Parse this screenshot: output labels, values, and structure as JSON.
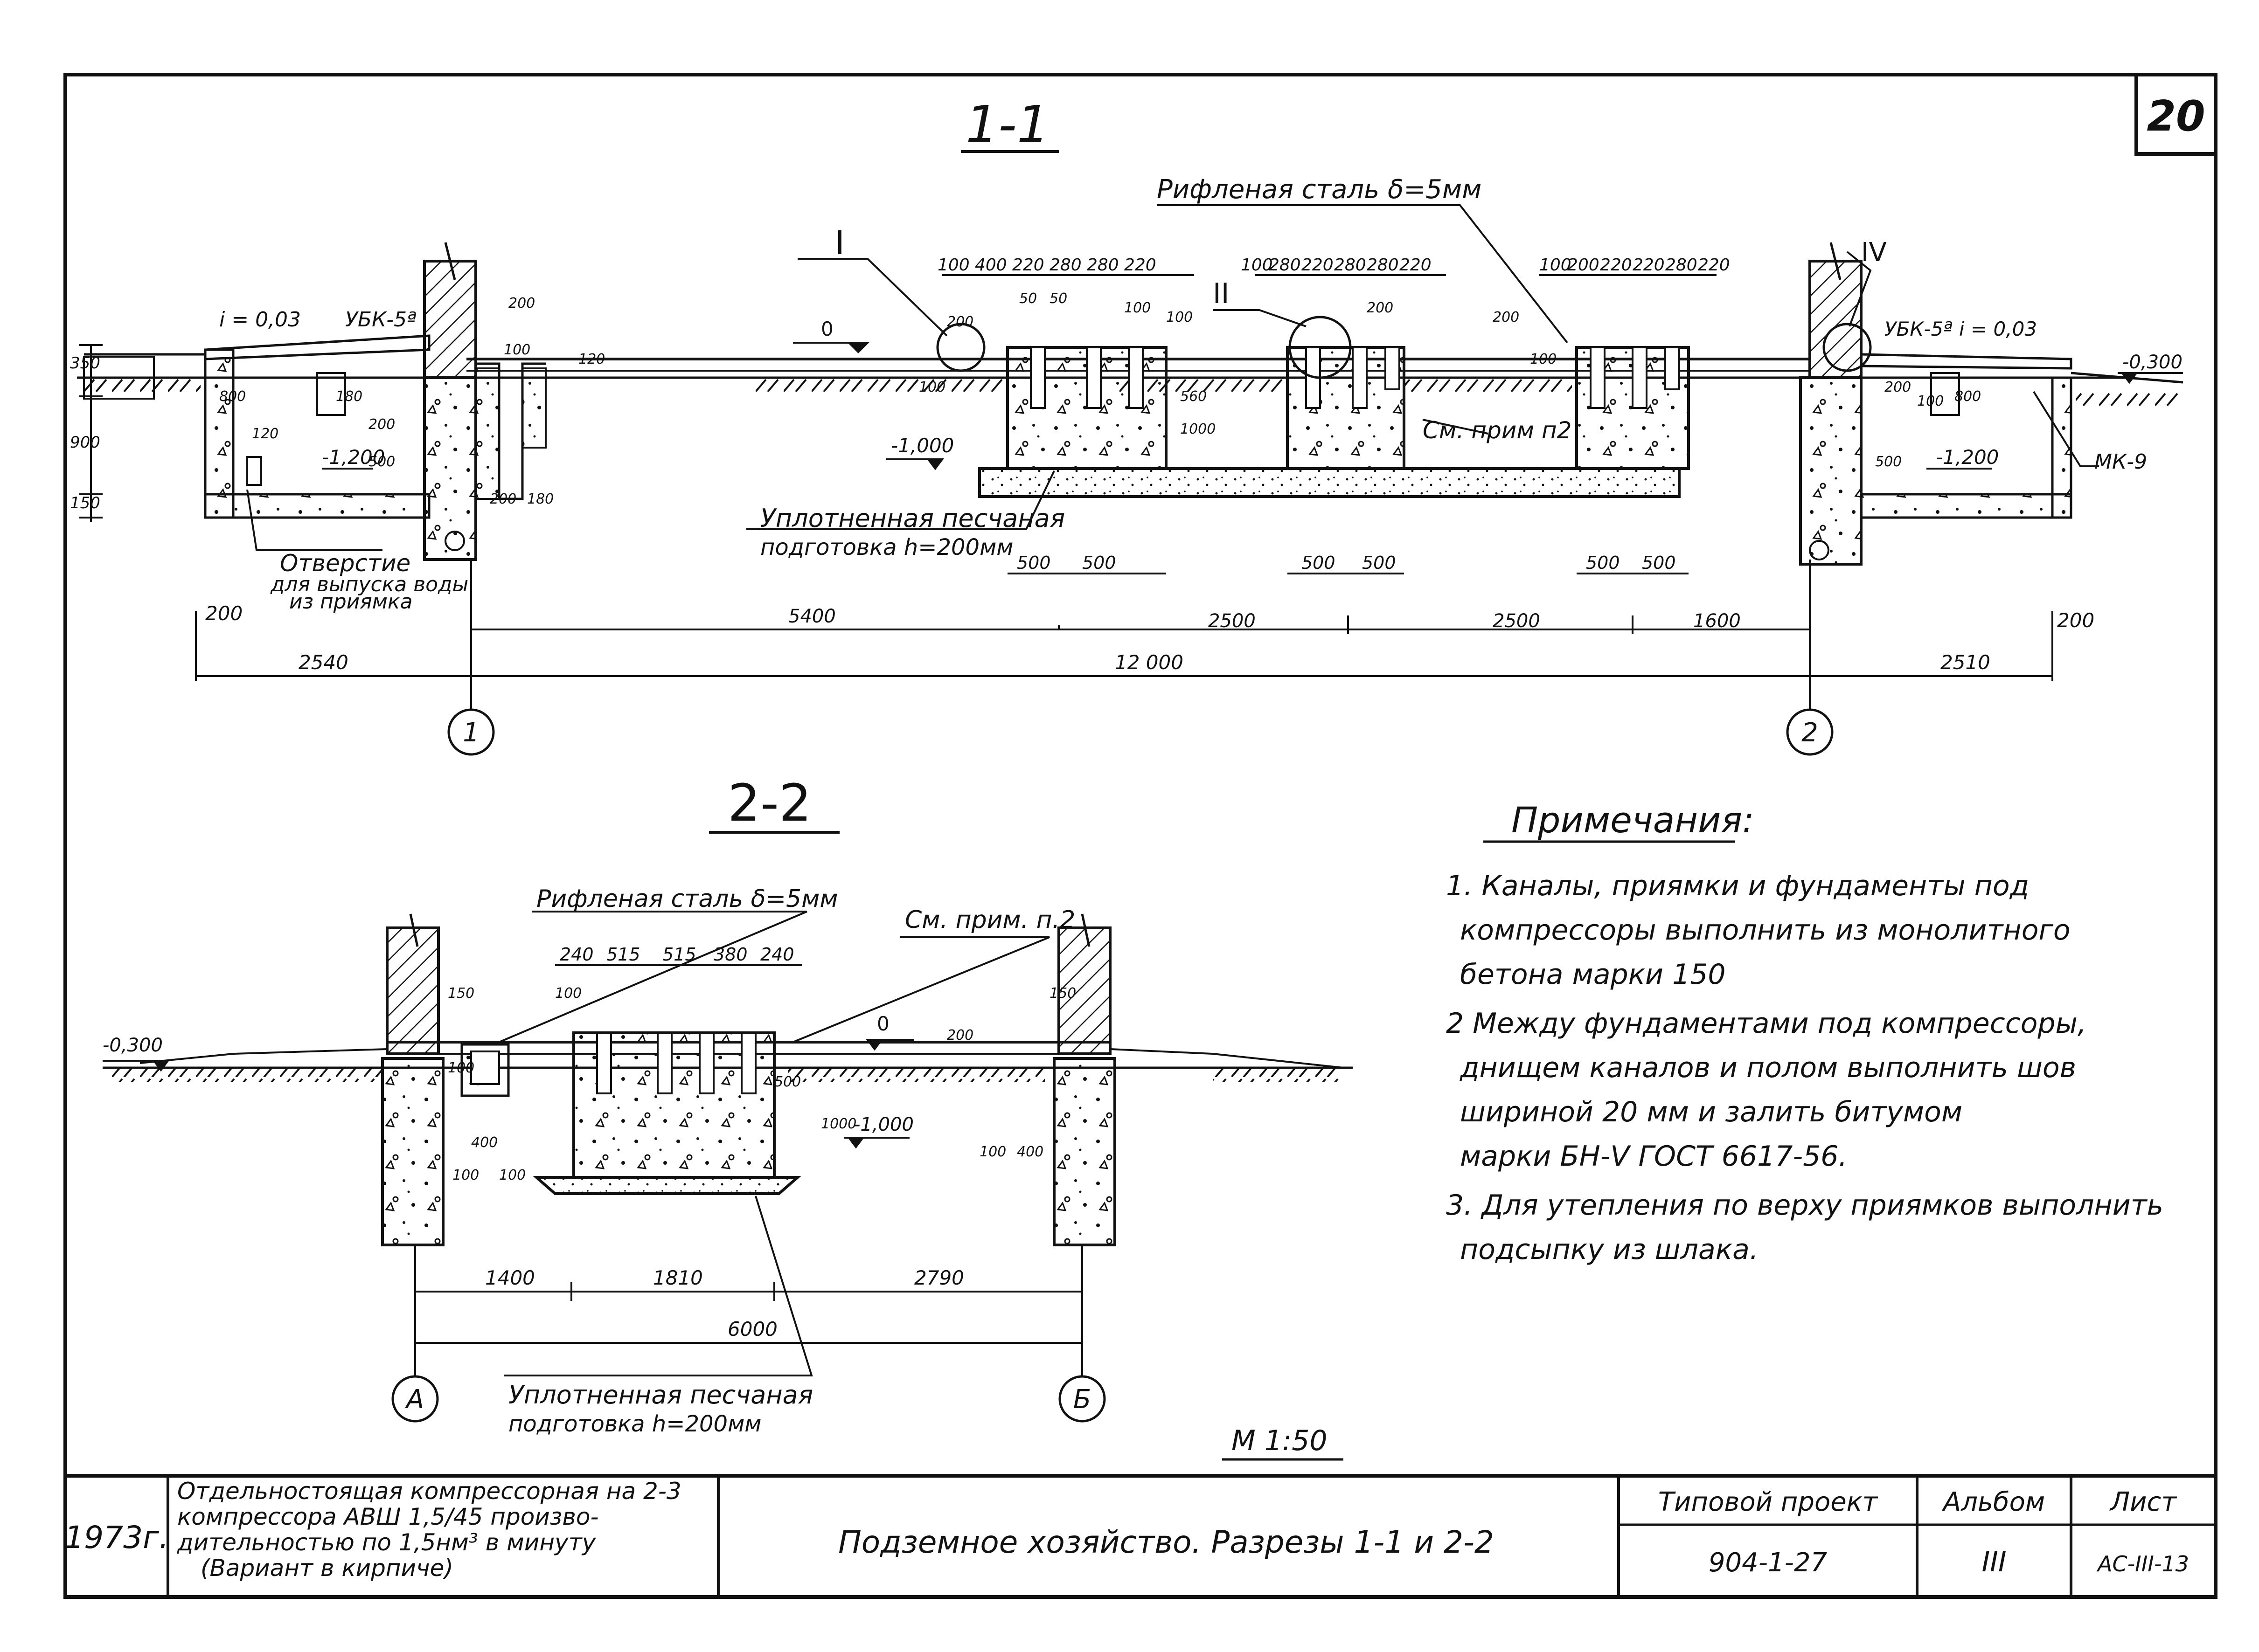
{
  "sheet_number": "20",
  "section_1": {
    "title": "1-1",
    "callouts": {
      "steel": "Рифленая сталь δ=5мм",
      "node_i": "I",
      "node_ii": "II",
      "node_iv": "IV",
      "slope_left": "i = 0,03",
      "slope_right": "i = 0,03",
      "ubk_left": "УБК-5ª",
      "ubk_right": "УБК-5ª",
      "see_note": "См. прим п2",
      "mk": "МК-9",
      "hole_line1": "Отверстие",
      "hole_line2": "для выпуска воды",
      "hole_line3": "из приямка",
      "sand_line1": "Уплотненная песчаная",
      "sand_line2": "подготовка h=200мм"
    },
    "levels": {
      "zero": "0",
      "m1000": "-1,000",
      "m1200_left": "-1,200",
      "m1200_right": "-1,200",
      "m0300": "-0,300"
    },
    "top_dims_1": [
      "100",
      "400",
      "220",
      "280",
      "280",
      "220"
    ],
    "top_dims_2": [
      "100",
      "280",
      "220",
      "280",
      "280",
      "220"
    ],
    "top_dims_3": [
      "100",
      "200",
      "220",
      "220",
      "280",
      "220"
    ],
    "small_dims": [
      "50",
      "50",
      "100",
      "200",
      "200",
      "200",
      "100",
      "560",
      "1000",
      "100",
      "100",
      "200",
      "100",
      "800",
      "200",
      "500",
      "800",
      "180",
      "120",
      "120",
      "200",
      "500",
      "100",
      "200",
      "180"
    ],
    "left_side_dims": [
      "350",
      "900",
      "150"
    ],
    "foot_dims": [
      "500",
      "500",
      "500",
      "500",
      "500",
      "500"
    ],
    "chain_dims": [
      "5400",
      "2500",
      "2500",
      "1600"
    ],
    "overall": {
      "left": "2540",
      "middle": "12 000",
      "right": "2510",
      "left_off": "200",
      "right_off": "200"
    },
    "axes": [
      "1",
      "2"
    ]
  },
  "section_2": {
    "title": "2-2",
    "callouts": {
      "steel": "Рифленая сталь δ=5мм",
      "see_note": "См. прим. п.2",
      "sand_line1": "Уплотненная песчаная",
      "sand_line2": "подготовка h=200мм"
    },
    "levels": {
      "zero": "0",
      "m0300": "-0,300",
      "m1000": "-1,000"
    },
    "top_dims": [
      "240",
      "515",
      "515",
      "380",
      "240"
    ],
    "small_dims": [
      "150",
      "100",
      "100",
      "400",
      "100",
      "100",
      "500",
      "1000",
      "200",
      "150",
      "100",
      "400"
    ],
    "chain_dims": [
      "1400",
      "1810",
      "2790"
    ],
    "overall": "6000",
    "axes": [
      "А",
      "Б"
    ]
  },
  "notes": {
    "title": "Примечания:",
    "items": [
      "1. Каналы, приямки и фундаменты под",
      "компрессоры выполнить из монолитного",
      "бетона марки 150",
      "2 Между фундаментами под компрессоры,",
      "днищем каналов и полом выполнить шов",
      "шириной 20 мм и залить битумом",
      "марки БН-V ГОСТ 6617-56.",
      "3. Для утепления по верху приямков выполнить",
      "подсыпку из шлака."
    ]
  },
  "scale": "М 1:50",
  "title_block": {
    "year": "1973г.",
    "description": [
      "Отдельностоящая компрессорная на 2-3",
      "компрессора АВШ 1,5/45 произво-",
      "дительностью по 1,5нм³ в минуту",
      "(Вариант в кирпиче)"
    ],
    "sheet_title": "Подземное хозяйство. Разрезы 1-1 и 2-2",
    "project_label": "Типовой проект",
    "project_number": "904-1-27",
    "album_label": "Альбом",
    "album_number": "III",
    "sheet_label": "Лист",
    "sheet_code": "АС-III-13"
  },
  "colors": {
    "ink": "#111111",
    "paper": "#ffffff"
  }
}
